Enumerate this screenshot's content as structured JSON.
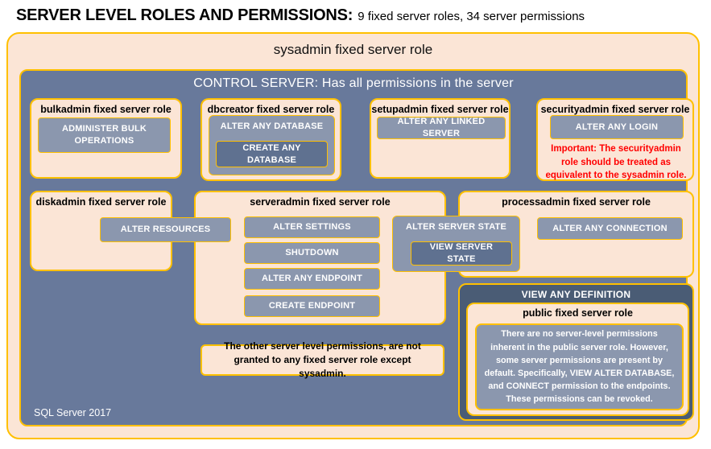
{
  "header": {
    "title": "SERVER LEVEL ROLES AND PERMISSIONS:",
    "subtitle": "9 fixed server roles, 34 server permissions"
  },
  "sysadmin": {
    "title": "sysadmin fixed server role"
  },
  "control_server": {
    "title": "CONTROL SERVER: Has all permissions in the server"
  },
  "bulkadmin": {
    "title": "bulkadmin fixed server role",
    "perm_administer_bulk_operations": "ADMINISTER  BULK OPERATIONS"
  },
  "dbcreator": {
    "title": "dbcreator fixed server role",
    "perm_alter_any_database": "ALTER ANY DATABASE",
    "perm_create_any_database": "CREATE ANY DATABASE"
  },
  "setupadmin": {
    "title": "setupadmin fixed server role",
    "perm_alter_any_linked_server": "ALTER ANY LINKED SERVER"
  },
  "securityadmin": {
    "title": "securityadmin fixed server role",
    "perm_alter_any_login": "ALTER ANY LOGIN",
    "warning": "Important:  The securityadmin role should  be treated as equivalent to the  sysadmin role."
  },
  "diskadmin": {
    "title": "diskadmin fixed server role",
    "perm_alter_resources": "ALTER RESOURCES"
  },
  "serveradmin": {
    "title": "serveradmin fixed server role",
    "perms": [
      "ALTER SETTINGS",
      "SHUTDOWN",
      "ALTER ANY ENDPOINT",
      "CREATE ENDPOINT"
    ],
    "perm_alter_server_state": "ALTER SERVER  STATE",
    "perm_view_server_state": "VIEW SERVER  STATE"
  },
  "processadmin": {
    "title": "processadmin fixed server role",
    "perm_alter_any_connection": "ALTER ANY CONNECTION"
  },
  "other_permissions_note": "The other server level permissions,  are not granted to any fixed server role except sysadmin.",
  "view_any_definition": {
    "title": "VIEW ANY DEFINITION",
    "public_role_title": "public fixed server role",
    "public_role_text": "There are no server-level permissions inherent in the public server role. However, some server permissions are present by default. Specifically, VIEW ALTER DATABASE, and CONNECT permission to the endpoints. These permissions can be revoked."
  },
  "footer": {
    "label": "SQL Server 2017"
  },
  "colors": {
    "peach_fill": "#FBE5D6",
    "gold_border": "#FFC000",
    "control_blue": "#68799B",
    "permission_fill": "#8B97AE",
    "permission_dark_fill": "#5F7190",
    "definition_dark_fill": "#4A5C75",
    "warning_red": "#FF0000"
  }
}
